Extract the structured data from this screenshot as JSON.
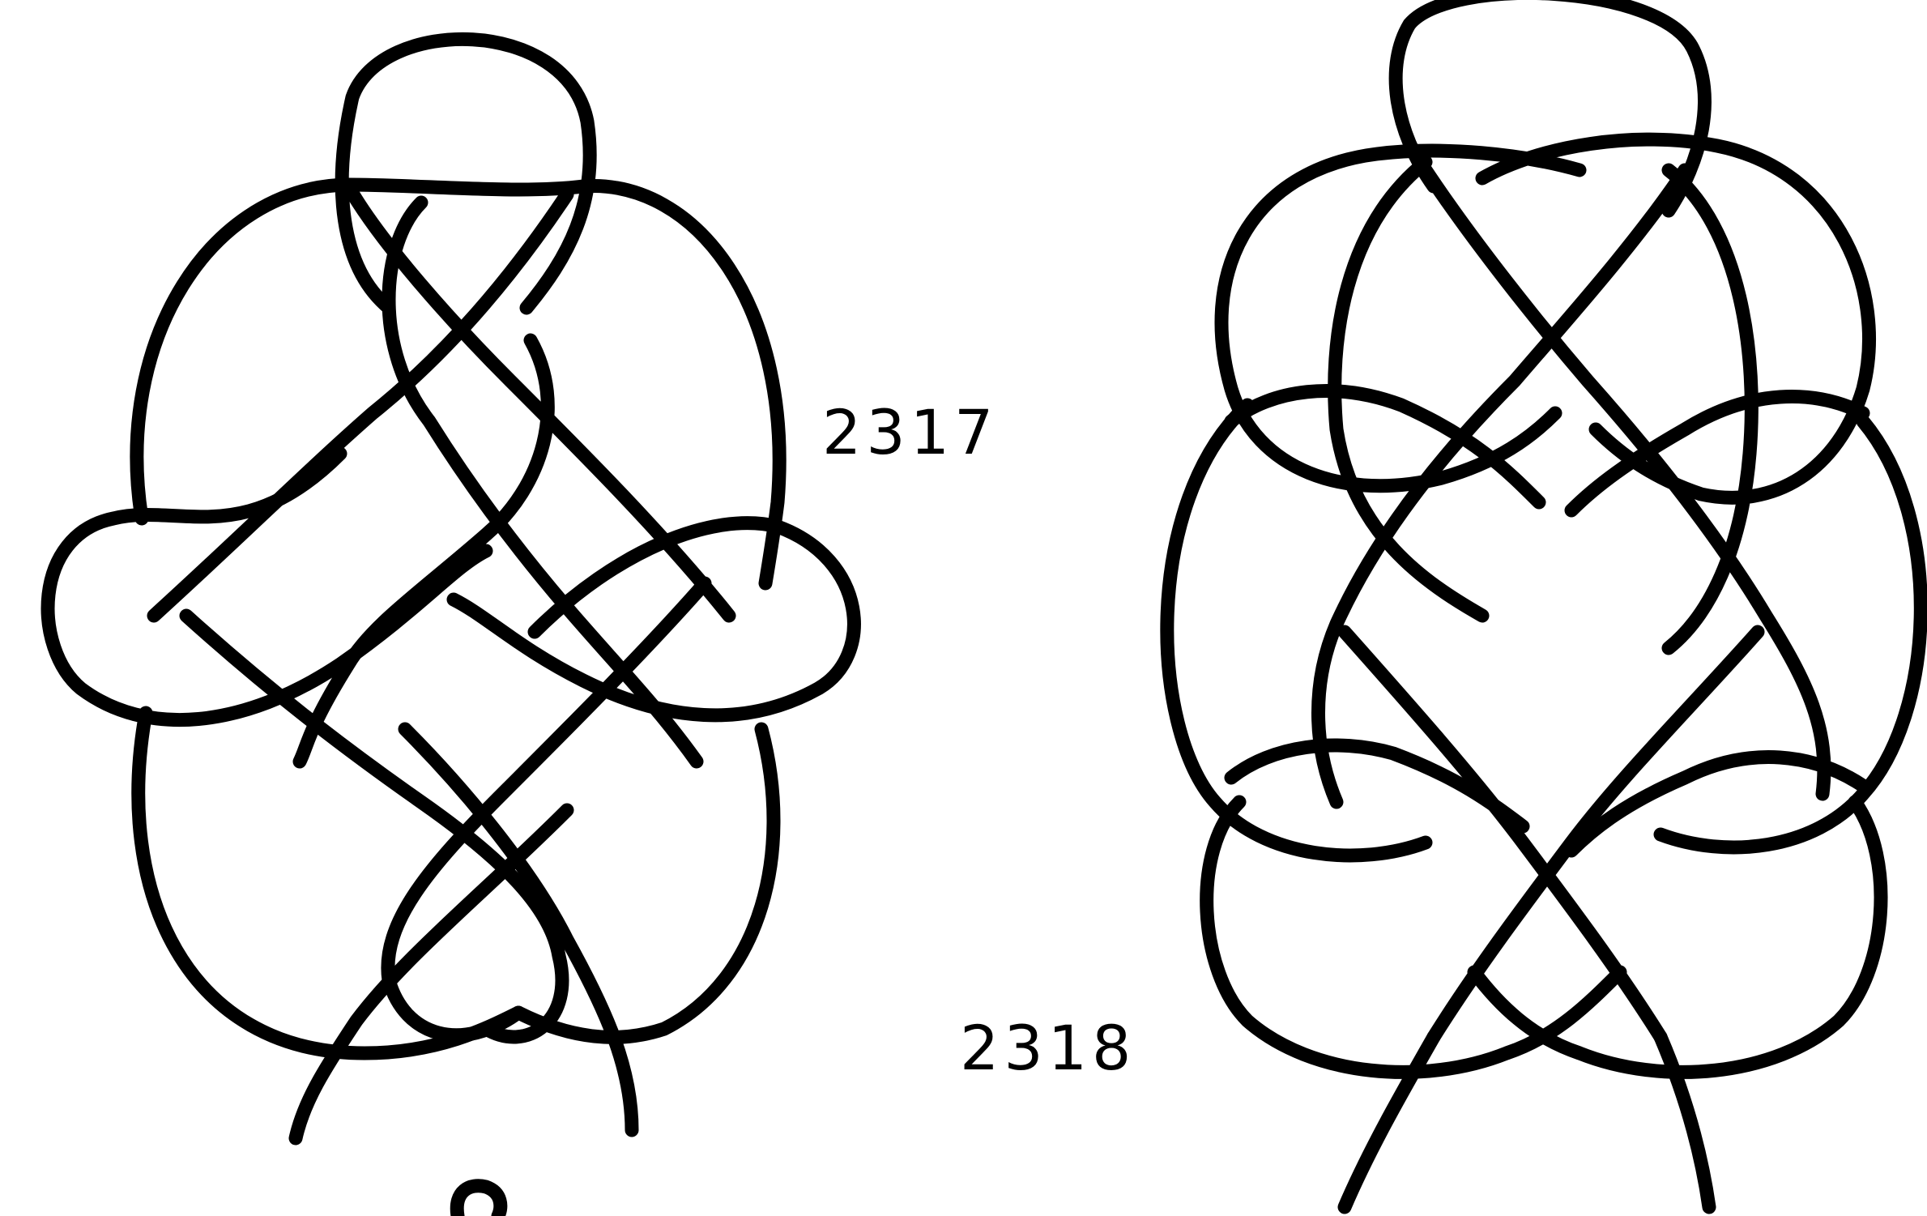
{
  "figures": [
    {
      "id": "knot-2317",
      "label": "2317"
    },
    {
      "id": "knot-2318",
      "label": "2318"
    }
  ],
  "colors": {
    "ink": "#000000",
    "paper": "#ffffff"
  }
}
